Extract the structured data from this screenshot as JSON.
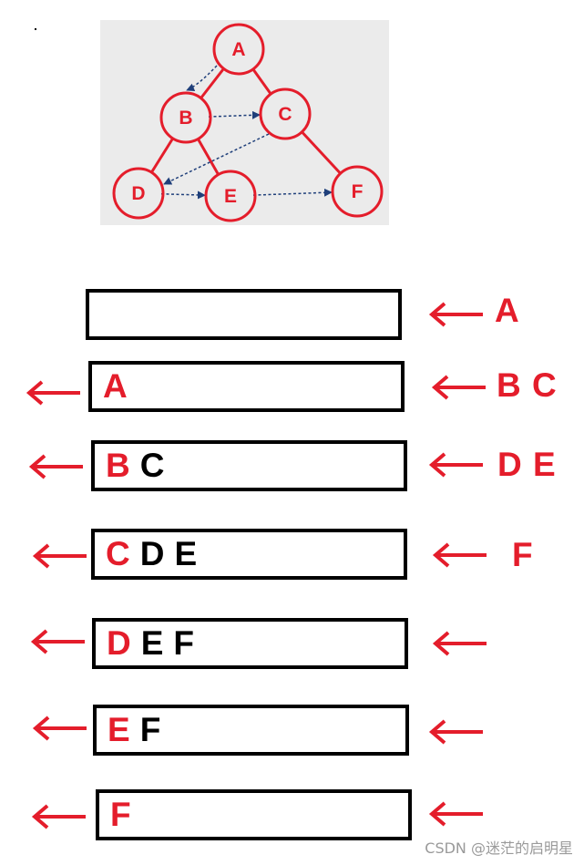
{
  "tree": {
    "nodes": [
      {
        "id": "A",
        "label": "A"
      },
      {
        "id": "B",
        "label": "B"
      },
      {
        "id": "C",
        "label": "C"
      },
      {
        "id": "D",
        "label": "D"
      },
      {
        "id": "E",
        "label": "E"
      },
      {
        "id": "F",
        "label": "F"
      }
    ],
    "edges": [
      [
        "A",
        "B"
      ],
      [
        "A",
        "C"
      ],
      [
        "B",
        "D"
      ],
      [
        "B",
        "E"
      ],
      [
        "C",
        "F"
      ]
    ],
    "traversal_order": [
      [
        "A",
        "B"
      ],
      [
        "B",
        "C"
      ],
      [
        "C",
        "D"
      ],
      [
        "D",
        "E"
      ],
      [
        "E",
        "F"
      ]
    ],
    "colors": {
      "node": "#e41d2b",
      "traversal": "#1f3f7a",
      "panel": "#ebebeb"
    }
  },
  "queue_steps": [
    {
      "out": "A",
      "remaining": [],
      "enqueued": "A"
    },
    {
      "out": "A",
      "remaining": [],
      "enqueued": "B C"
    },
    {
      "out": "B",
      "remaining": [
        "C"
      ],
      "enqueued": "D E"
    },
    {
      "out": "C",
      "remaining": [
        "D",
        "E"
      ],
      "enqueued": "F"
    },
    {
      "out": "D",
      "remaining": [
        "E",
        "F"
      ],
      "enqueued": ""
    },
    {
      "out": "E",
      "remaining": [
        "F"
      ],
      "enqueued": ""
    },
    {
      "out": "F",
      "remaining": [],
      "enqueued": ""
    }
  ],
  "watermark": "CSDN @迷茫的启明星",
  "colors": {
    "accent": "#e41d2b",
    "text": "#000000"
  }
}
